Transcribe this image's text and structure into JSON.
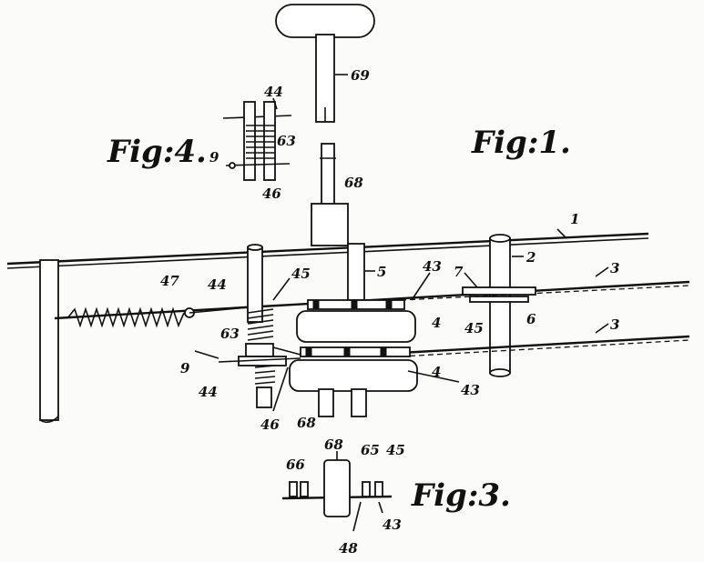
{
  "figure_titles": {
    "fig1": "Fig:1.",
    "fig3": "Fig:3.",
    "fig4": "Fig:4."
  },
  "labels": {
    "n69": "69",
    "n44_fig4": "44",
    "n63_fig4": "63",
    "n9_fig4": "9",
    "n46_fig4": "46",
    "n68_top": "68",
    "n1": "1",
    "n2": "2",
    "n3_upper": "3",
    "n3_lower": "3",
    "n5": "5",
    "n43_upper": "43",
    "n7": "7",
    "n6": "6",
    "n45_upper": "45",
    "n47": "47",
    "n44_upper": "44",
    "n45_right": "45",
    "n63_main": "63",
    "n4_upper": "4",
    "n4_lower": "4",
    "n9_main": "9",
    "n44_lower": "44",
    "n43_lower": "43",
    "n46_main": "46",
    "n68_bottom": "68",
    "n66": "66",
    "n68_fig3": "68",
    "n65": "65",
    "n45_fig3": "45",
    "n43_fig3": "43",
    "n48": "48"
  }
}
